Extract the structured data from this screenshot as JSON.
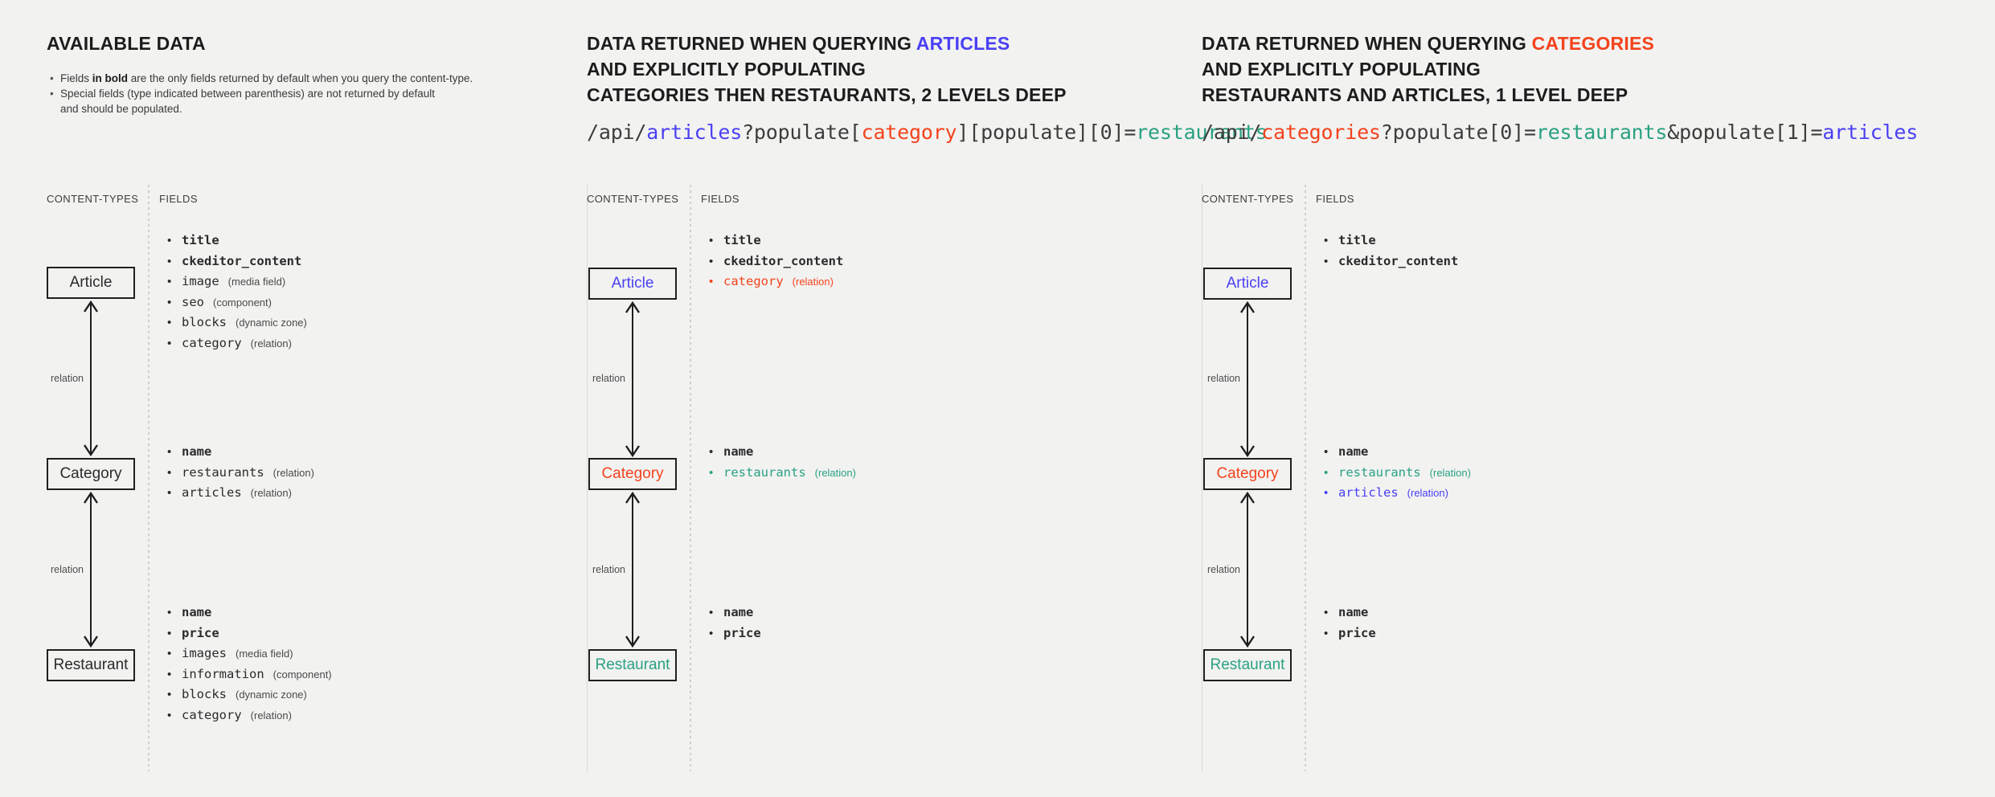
{
  "colors": {
    "background": "#f2f2f1",
    "text": "#2b2b2b",
    "article_blue": "#4a40f4",
    "category_red": "#f4431c",
    "restaurant_teal": "#2aa182",
    "box_border": "#1f1f1f",
    "divider": "#d9d9d7"
  },
  "panels": [
    {
      "id": "available-data",
      "heading": {
        "line1_pre": "AVAILABLE DATA",
        "line1_hl": "",
        "line2": "",
        "line3": ""
      },
      "bullets": [
        {
          "pre": "Fields ",
          "bold": "in bold",
          "post": " are the only fields returned by default when you query the content-type."
        },
        {
          "pre": "Special fields (type indicated between parenthesis) are not returned by default",
          "bold": "",
          "post": ""
        },
        {
          "pre": "and should be populated.",
          "bold": "",
          "post": "",
          "continuation": true
        }
      ],
      "url": null,
      "captions": {
        "content_types": "CONTENT-TYPES",
        "fields": "FIELDS"
      },
      "nodes": [
        {
          "label": "Article",
          "color": "default"
        },
        {
          "label": "Category",
          "color": "default"
        },
        {
          "label": "Restaurant",
          "color": "default"
        }
      ],
      "relations": [
        {
          "label": "relation"
        },
        {
          "label": "relation"
        }
      ],
      "fieldgroups": [
        {
          "for": "Article",
          "fields": [
            {
              "name": "title",
              "type": "",
              "bold": true,
              "color": "default"
            },
            {
              "name": "ckeditor_content",
              "type": "",
              "bold": true,
              "color": "default"
            },
            {
              "name": "image",
              "type": "(media field)",
              "bold": false,
              "color": "default"
            },
            {
              "name": "seo",
              "type": "(component)",
              "bold": false,
              "color": "default"
            },
            {
              "name": "blocks",
              "type": "(dynamic zone)",
              "bold": false,
              "color": "default"
            },
            {
              "name": "category",
              "type": "(relation)",
              "bold": false,
              "color": "default"
            }
          ]
        },
        {
          "for": "Category",
          "fields": [
            {
              "name": "name",
              "type": "",
              "bold": true,
              "color": "default"
            },
            {
              "name": "restaurants",
              "type": "(relation)",
              "bold": false,
              "color": "default"
            },
            {
              "name": "articles",
              "type": "(relation)",
              "bold": false,
              "color": "default"
            }
          ]
        },
        {
          "for": "Restaurant",
          "fields": [
            {
              "name": "name",
              "type": "",
              "bold": true,
              "color": "default"
            },
            {
              "name": "price",
              "type": "",
              "bold": true,
              "color": "default"
            },
            {
              "name": "images",
              "type": "(media field)",
              "bold": false,
              "color": "default"
            },
            {
              "name": "information",
              "type": "(component)",
              "bold": false,
              "color": "default"
            },
            {
              "name": "blocks",
              "type": "(dynamic zone)",
              "bold": false,
              "color": "default"
            },
            {
              "name": "category",
              "type": "(relation)",
              "bold": false,
              "color": "default"
            }
          ]
        }
      ]
    },
    {
      "id": "querying-articles",
      "heading": {
        "line1_pre": "DATA RETURNED WHEN QUERYING ",
        "line1_hl": "ARTICLES",
        "line1_hl_color": "blue",
        "line2": "AND EXPLICITLY POPULATING",
        "line3": "CATEGORIES THEN RESTAURANTS, 2 LEVELS DEEP"
      },
      "bullets": [],
      "url": {
        "segments": [
          {
            "t": "/api/",
            "c": "plain"
          },
          {
            "t": "articles",
            "c": "blue"
          },
          {
            "t": "?populate[",
            "c": "plain"
          },
          {
            "t": "category",
            "c": "red"
          },
          {
            "t": "][populate][0]=",
            "c": "plain"
          },
          {
            "t": "restaurants",
            "c": "teal"
          }
        ]
      },
      "captions": {
        "content_types": "CONTENT-TYPES",
        "fields": "FIELDS"
      },
      "nodes": [
        {
          "label": "Article",
          "color": "blue"
        },
        {
          "label": "Category",
          "color": "red"
        },
        {
          "label": "Restaurant",
          "color": "teal"
        }
      ],
      "relations": [
        {
          "label": "relation"
        },
        {
          "label": "relation"
        }
      ],
      "fieldgroups": [
        {
          "for": "Article",
          "fields": [
            {
              "name": "title",
              "type": "",
              "bold": true,
              "color": "default"
            },
            {
              "name": "ckeditor_content",
              "type": "",
              "bold": true,
              "color": "default"
            },
            {
              "name": "category",
              "type": "(relation)",
              "bold": false,
              "color": "red"
            }
          ]
        },
        {
          "for": "Category",
          "fields": [
            {
              "name": "name",
              "type": "",
              "bold": true,
              "color": "default"
            },
            {
              "name": "restaurants",
              "type": "(relation)",
              "bold": false,
              "color": "teal"
            }
          ]
        },
        {
          "for": "Restaurant",
          "fields": [
            {
              "name": "name",
              "type": "",
              "bold": true,
              "color": "default"
            },
            {
              "name": "price",
              "type": "",
              "bold": true,
              "color": "default"
            }
          ]
        }
      ]
    },
    {
      "id": "querying-categories",
      "heading": {
        "line1_pre": "DATA RETURNED WHEN QUERYING ",
        "line1_hl": "CATEGORIES",
        "line1_hl_color": "red",
        "line2": "AND EXPLICITLY POPULATING",
        "line3": "RESTAURANTS AND ARTICLES, 1 LEVEL DEEP"
      },
      "bullets": [],
      "url": {
        "segments": [
          {
            "t": "/api/",
            "c": "plain"
          },
          {
            "t": "categories",
            "c": "red"
          },
          {
            "t": "?populate[0]=",
            "c": "plain"
          },
          {
            "t": "restaurants",
            "c": "teal"
          },
          {
            "t": "&populate[1]=",
            "c": "plain"
          },
          {
            "t": "articles",
            "c": "blue"
          }
        ]
      },
      "captions": {
        "content_types": "CONTENT-TYPES",
        "fields": "FIELDS"
      },
      "nodes": [
        {
          "label": "Article",
          "color": "blue"
        },
        {
          "label": "Category",
          "color": "red"
        },
        {
          "label": "Restaurant",
          "color": "teal"
        }
      ],
      "relations": [
        {
          "label": "relation"
        },
        {
          "label": "relation"
        }
      ],
      "fieldgroups": [
        {
          "for": "Article",
          "fields": [
            {
              "name": "title",
              "type": "",
              "bold": true,
              "color": "default"
            },
            {
              "name": "ckeditor_content",
              "type": "",
              "bold": true,
              "color": "default"
            }
          ]
        },
        {
          "for": "Category",
          "fields": [
            {
              "name": "name",
              "type": "",
              "bold": true,
              "color": "default"
            },
            {
              "name": "restaurants",
              "type": "(relation)",
              "bold": false,
              "color": "teal"
            },
            {
              "name": "articles",
              "type": "(relation)",
              "bold": false,
              "color": "blue"
            }
          ]
        },
        {
          "for": "Restaurant",
          "fields": [
            {
              "name": "name",
              "type": "",
              "bold": true,
              "color": "default"
            },
            {
              "name": "price",
              "type": "",
              "bold": true,
              "color": "default"
            }
          ]
        }
      ]
    }
  ]
}
